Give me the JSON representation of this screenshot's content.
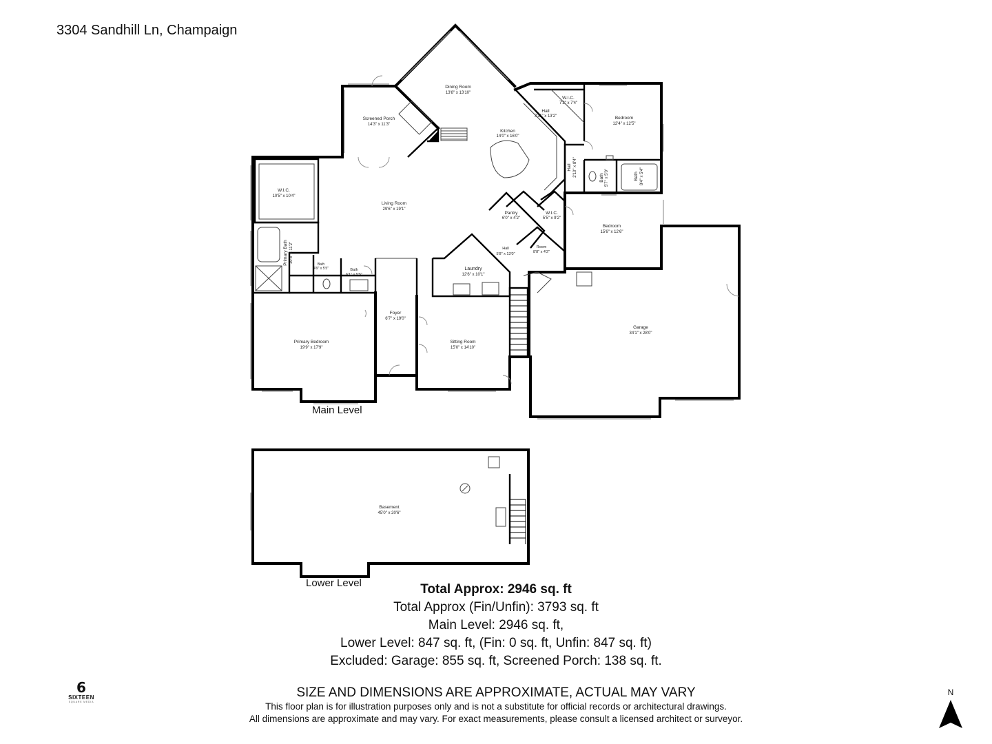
{
  "address": "3304 Sandhill Ln, Champaign",
  "levels": {
    "main": "Main Level",
    "lower": "Lower Level"
  },
  "rooms": {
    "dining_room": {
      "name": "Dining Room",
      "dim": "13'8\" x 13'10\""
    },
    "screened_porch": {
      "name": "Screened Porch",
      "dim": "14'3\" x 11'3\""
    },
    "kitchen": {
      "name": "Kitchen",
      "dim": "14'0\" x 16'0\""
    },
    "hall_upper": {
      "name": "Hall",
      "dim": "3'11\" x 13'2\""
    },
    "wic_upper": {
      "name": "W.I.C.",
      "dim": "7'2\" x 7'4\""
    },
    "bedroom_ne": {
      "name": "Bedroom",
      "dim": "12'4\" x 12'5\""
    },
    "hall_vertical": {
      "name": "Hall",
      "dim": "2'10\" x 8'4\""
    },
    "bath_mid": {
      "name": "Bath",
      "dim": "5'7\" x 5'0\""
    },
    "bath_right": {
      "name": "Bath",
      "dim": "8'4\" x 5'4\""
    },
    "wic_primary": {
      "name": "W.I.C.",
      "dim": "10'5\" x 10'4\""
    },
    "living_room": {
      "name": "Living Room",
      "dim": "29'6\" x 19'1\""
    },
    "pantry": {
      "name": "Pantry",
      "dim": "6'0\" x 4'2\""
    },
    "wic_mid": {
      "name": "W.I.C.",
      "dim": "5'5\" x 9'2\""
    },
    "bedroom_e": {
      "name": "Bedroom",
      "dim": "15'6\" x 12'6\""
    },
    "primary_bath": {
      "name": "Primary Bath",
      "dim": "10'5\" x 11'2\""
    },
    "bath_small": {
      "name": "Bath",
      "dim": "4'9\" x 5'5\""
    },
    "bath_half": {
      "name": "Bath",
      "dim": "6'1\" x 5'5\""
    },
    "hall_lower": {
      "name": "Hall",
      "dim": "5'8\" x 13'0\""
    },
    "room_small": {
      "name": "Room",
      "dim": "8'8\" x 4'2\""
    },
    "laundry": {
      "name": "Laundry",
      "dim": "12'6\" x 10'1\""
    },
    "foyer": {
      "name": "Foyer",
      "dim": "6'7\" x 19'0\""
    },
    "primary_bedroom": {
      "name": "Primary Bedroom",
      "dim": "19'9\" x 17'9\""
    },
    "sitting_room": {
      "name": "Sitting Room",
      "dim": "15'0\" x 14'10\""
    },
    "garage": {
      "name": "Garage",
      "dim": "34'1\" x 28'0\""
    },
    "basement": {
      "name": "Basement",
      "dim": "45'0\" x 20'6\""
    }
  },
  "totals": {
    "headline": "Total Approx: 2946 sq. ft",
    "fin_unfin": "Total Approx (Fin/Unfin): 3793 sq. ft",
    "main": "Main Level: 2946 sq. ft,",
    "lower": "Lower Level:  847  sq. ft, (Fin:  0 sq. ft, Unfin: 847 sq. ft)",
    "excluded": "Excluded: Garage: 855 sq. ft, Screened Porch: 138 sq. ft."
  },
  "disclaimer": {
    "headline": "SIZE AND DIMENSIONS ARE APPROXIMATE, ACTUAL MAY VARY",
    "line1": "This floor plan is for illustration purposes only and is not a substitute for official records or architectural drawings.",
    "line2": "All dimensions are approximate and may vary. For exact measurements, please consult a licensed architect or surveyor."
  },
  "logo": {
    "mark": "6",
    "word": "SIXTEEN",
    "sub": "SQUARE MEDIA"
  },
  "compass": {
    "label": "N"
  }
}
